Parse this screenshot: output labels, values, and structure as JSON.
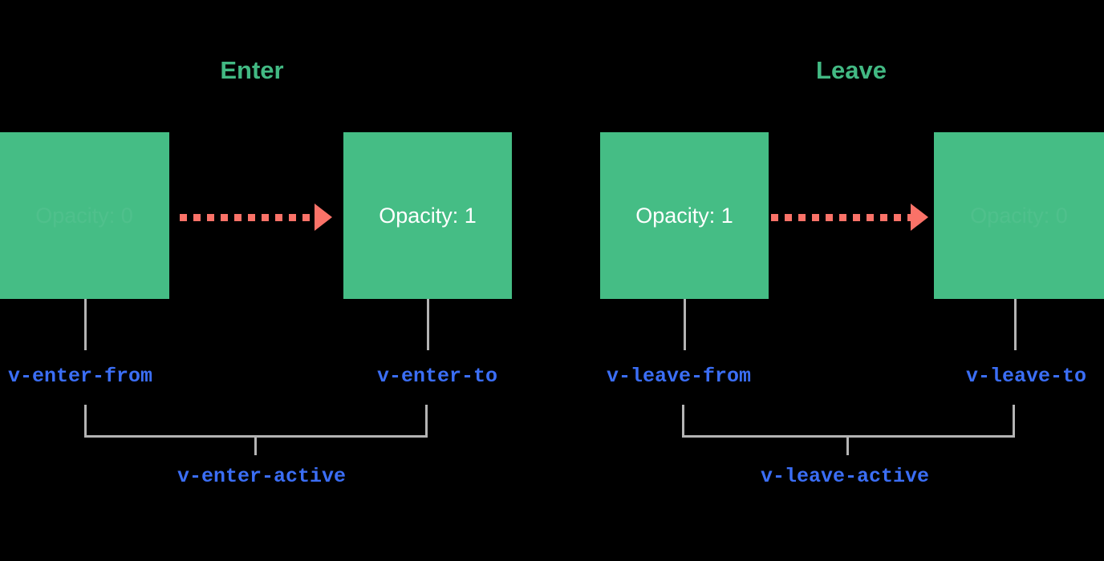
{
  "diagram": {
    "title_enter": "Enter",
    "title_leave": "Leave",
    "colors": {
      "background": "#000000",
      "box_green": "#45bd85",
      "title_green": "#42b983",
      "arrow_salmon": "#fa7268",
      "class_blue": "#3b6ef5",
      "line_gray": "#b4b4b4",
      "box_text": "#ffffff"
    },
    "enter": {
      "from_box_label": "Opacity: 0",
      "to_box_label": "Opacity: 1",
      "from_class": "v-enter-from",
      "to_class": "v-enter-to",
      "active_class": "v-enter-active"
    },
    "leave": {
      "from_box_label": "Opacity: 1",
      "to_box_label": "Opacity: 0",
      "from_class": "v-leave-from",
      "to_class": "v-leave-to",
      "active_class": "v-leave-active"
    }
  }
}
